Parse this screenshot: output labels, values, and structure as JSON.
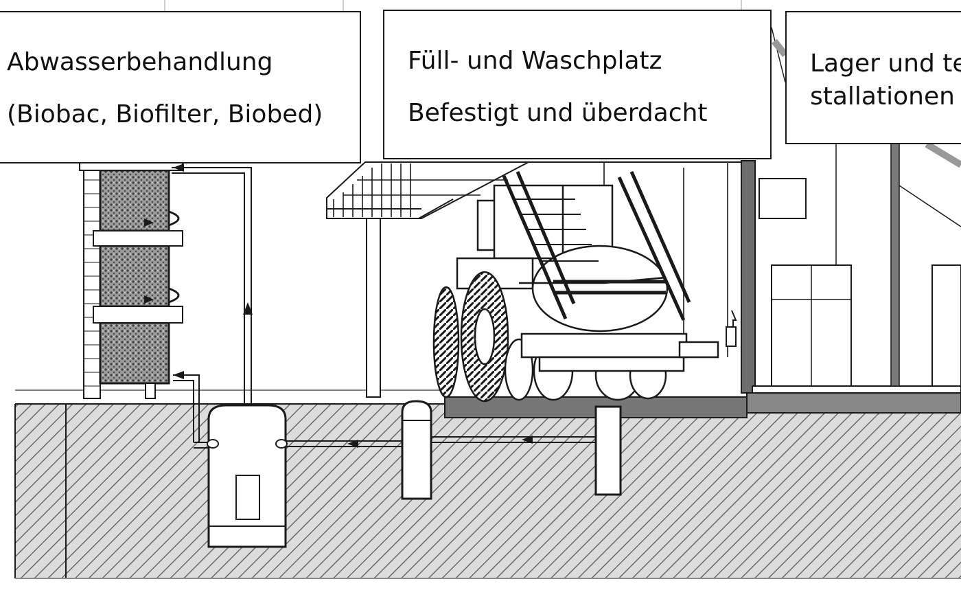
{
  "labels": {
    "wastewater": {
      "line1": "Abwasserbehandlung",
      "line2": "(Biobac, Biofilter, Biobed)"
    },
    "filling": {
      "line1": "Füll- und Waschplatz",
      "line2": "Befestigt und überdacht"
    },
    "storage": {
      "line1": "Lager und te",
      "line2": "stallationen"
    }
  },
  "colors": {
    "line": "#1a1a1a",
    "hatch": "#6a6a6a",
    "ground": "#dcdcdc",
    "filter_media": "#8a8a8a"
  },
  "icons": [
    "tractor-sprayer-icon",
    "wall-tap-icon",
    "flow-arrow-icon"
  ]
}
